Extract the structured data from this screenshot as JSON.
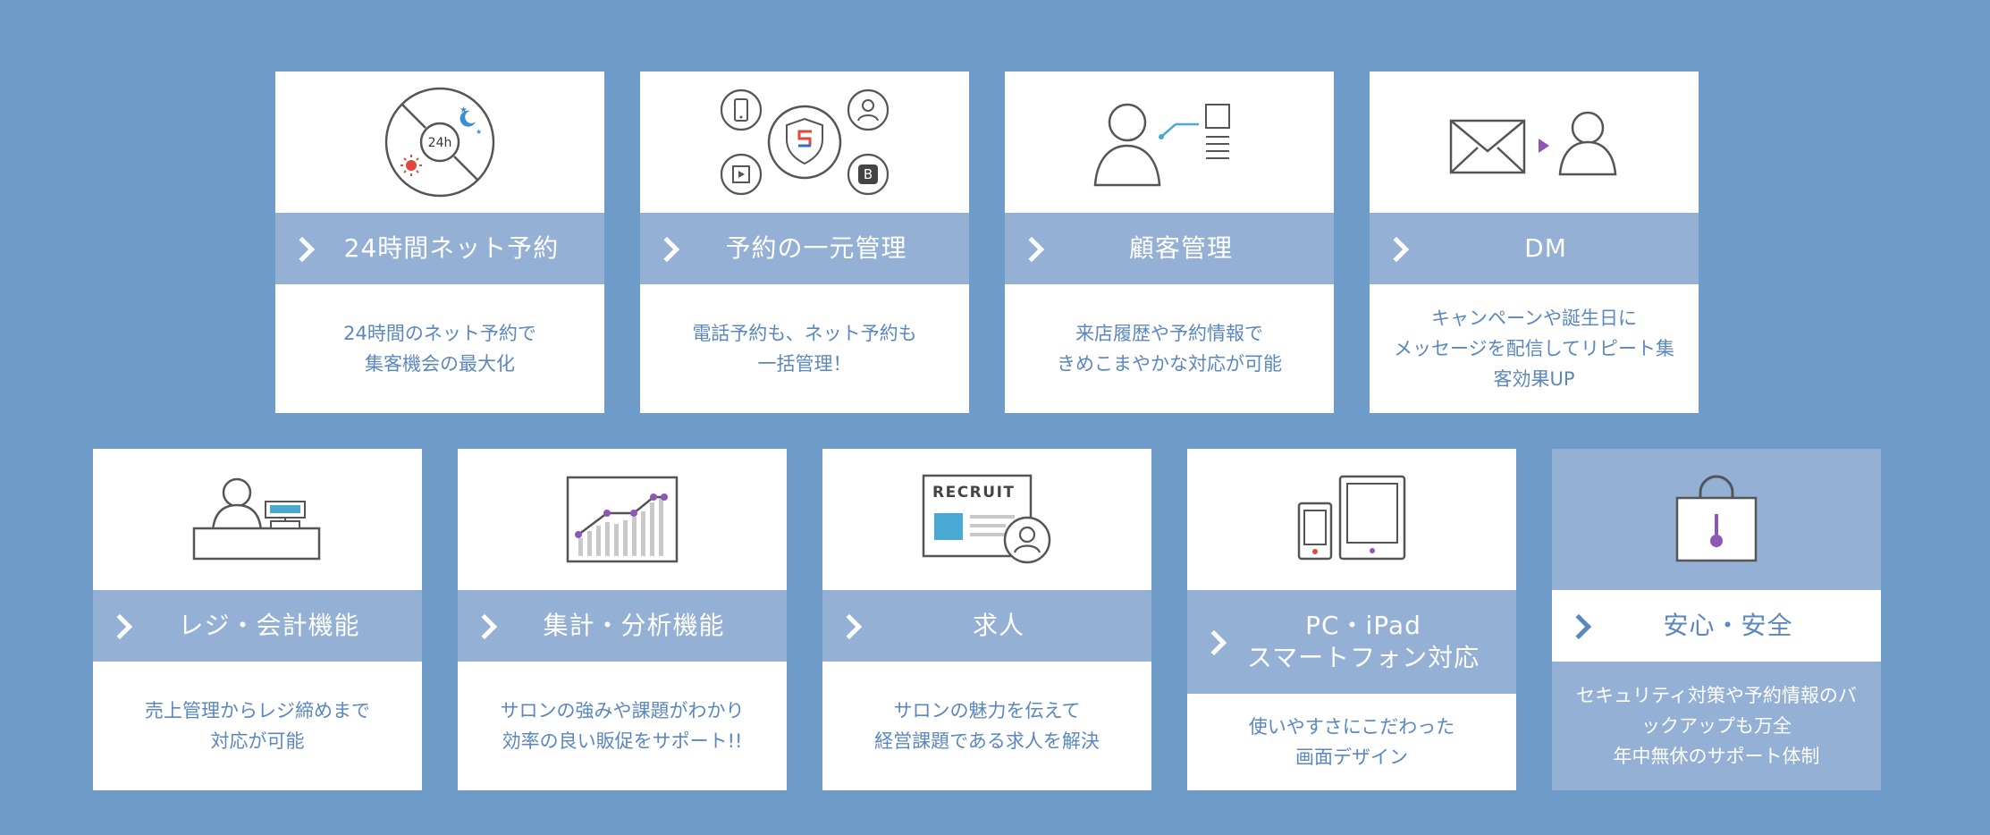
{
  "features": [
    {
      "title": "24時間ネット予約",
      "description": "24時間のネット予約で\n集客機会の最大化",
      "icon": "24h-clock-icon"
    },
    {
      "title": "予約の一元管理",
      "description": "電話予約も、ネット予約も\n一括管理！",
      "icon": "unified-booking-icon"
    },
    {
      "title": "顧客管理",
      "description": "来店履歴や予約情報で\nきめこまやかな対応が可能",
      "icon": "customer-profile-icon"
    },
    {
      "title": "DM",
      "description": "キャンペーンや誕生日に\nメッセージを配信してリピート集\n客効果UP",
      "icon": "mail-to-customer-icon"
    },
    {
      "title": "レジ・会計機能",
      "description": "売上管理からレジ締めまで\n対応が可能",
      "icon": "cash-register-icon"
    },
    {
      "title": "集計・分析機能",
      "description": "サロンの強みや課題がわかり\n効率の良い販促をサポート!!",
      "icon": "analytics-chart-icon"
    },
    {
      "title": "求人",
      "description": "サロンの魅力を伝えて\n経営課題である求人を解決",
      "icon": "recruit-document-icon",
      "icon_text": "RECRUIT"
    },
    {
      "title": "PC・iPad\nスマートフォン対応",
      "description": "使いやすさにこだわった\n画面デザイン",
      "icon": "devices-icon"
    },
    {
      "title": "安心・安全",
      "description": "セキュリティ対策や予約情報のバ\nックアップも万全\n年中無休のサポート体制",
      "icon": "padlock-icon"
    }
  ],
  "colors": {
    "background": "#6e9bc8",
    "band": "#94b0d5",
    "text_blue": "#5b87bf",
    "card": "#ffffff"
  }
}
